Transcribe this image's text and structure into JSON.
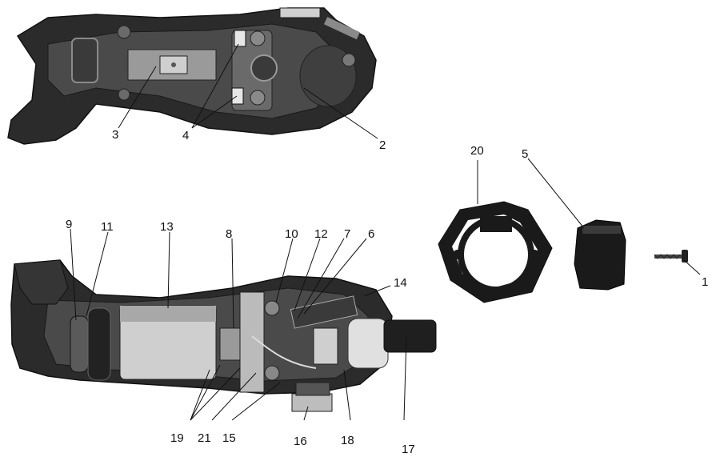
{
  "colors": {
    "housing": "#2b2b2b",
    "housing_edge": "#111111",
    "metal": "#bdbdbd",
    "ink": "#111111"
  },
  "callouts": {
    "n1": "1",
    "n2": "2",
    "n3": "3",
    "n4": "4",
    "n5": "5",
    "n6": "6",
    "n7": "7",
    "n8": "8",
    "n9": "9",
    "n10": "10",
    "n11": "11",
    "n12": "12",
    "n13": "13",
    "n14": "14",
    "n15": "15",
    "n16": "16",
    "n17": "17",
    "n18": "18",
    "n19": "19",
    "n20": "20",
    "n21": "21"
  }
}
